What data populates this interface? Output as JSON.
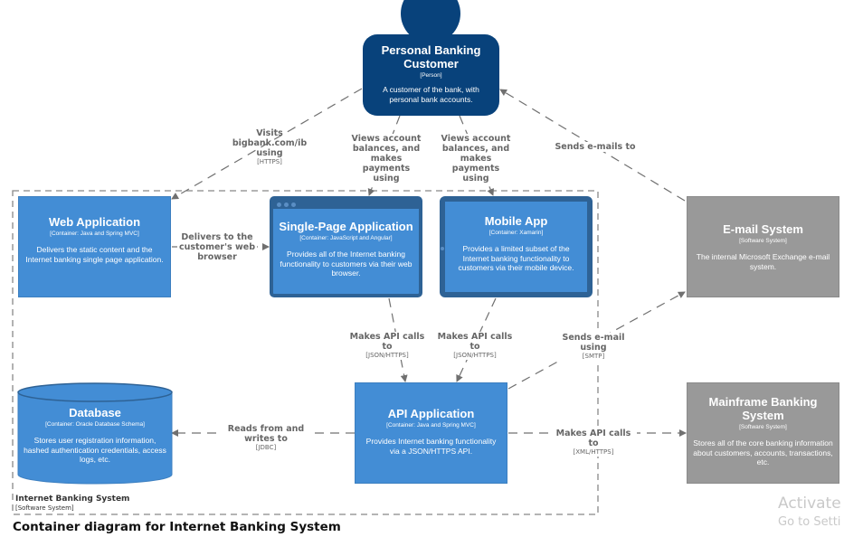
{
  "diagram_title": "Container diagram for Internet Banking System",
  "boundary": {
    "name": "Internet Banking System",
    "type": "[Software System]"
  },
  "person": {
    "name_line1": "Personal Banking",
    "name_line2": "Customer",
    "type": "[Person]",
    "desc_line1": "A customer of the bank, with",
    "desc_line2": "personal bank accounts."
  },
  "web_app": {
    "name": "Web Application",
    "type": "[Container: Java and Spring MVC]",
    "desc": "Delivers the static content and the Internet banking single page application."
  },
  "spa": {
    "name": "Single-Page Application",
    "type": "[Container: JavaScript and Angular]",
    "desc": "Provides all of the Internet banking functionality to customers via their web browser."
  },
  "mobile": {
    "name": "Mobile App",
    "type": "[Container: Xamarin]",
    "desc": "Provides a limited subset of the Internet banking functionality to customers via their mobile device."
  },
  "email": {
    "name": "E-mail System",
    "type": "[Software System]",
    "desc": "The internal Microsoft Exchange e-mail system."
  },
  "database": {
    "name": "Database",
    "type": "[Container: Oracle Database Schema]",
    "desc": "Stores user registration information, hashed authentication credentials, access logs, etc."
  },
  "api": {
    "name": "API Application",
    "type": "[Container: Java and Spring MVC]",
    "desc": "Provides Internet banking functionality via a JSON/HTTPS API."
  },
  "mainframe": {
    "name_line1": "Mainframe Banking",
    "name_line2": "System",
    "type": "[Software System]",
    "desc": "Stores all of the core banking information about customers, accounts, transactions, etc."
  },
  "rel": {
    "visits": {
      "l1": "Visits",
      "l2": "bigbank.com/ib",
      "l3": "using",
      "tech": "[HTTPS]"
    },
    "views_spa": {
      "l1": "Views account",
      "l2": "balances, and",
      "l3": "makes payments",
      "l4": "using"
    },
    "views_mobile": {
      "l1": "Views account",
      "l2": "balances, and",
      "l3": "makes payments",
      "l4": "using"
    },
    "sends_emails": {
      "l1": "Sends e-mails to"
    },
    "delivers": {
      "l1": "Delivers to the",
      "l2": "customer's web",
      "l3": "browser"
    },
    "spa_api": {
      "l1": "Makes API calls to",
      "tech": "[JSON/HTTPS]"
    },
    "mobile_api": {
      "l1": "Makes API calls to",
      "tech": "[JSON/HTTPS]"
    },
    "send_email_using": {
      "l1": "Sends e-mail",
      "l2": "using",
      "tech": "[SMTP]"
    },
    "reads_writes": {
      "l1": "Reads from and",
      "l2": "writes to",
      "tech": "[JDBC]"
    },
    "api_mainframe": {
      "l1": "Makes API calls to",
      "tech": "[XML/HTTPS]"
    }
  },
  "watermark": {
    "l1": "Activate",
    "l2": "Go to Setti"
  },
  "colors": {
    "person": "#08427b",
    "container": "#438dd5",
    "external": "#999999",
    "line": "#707070"
  }
}
